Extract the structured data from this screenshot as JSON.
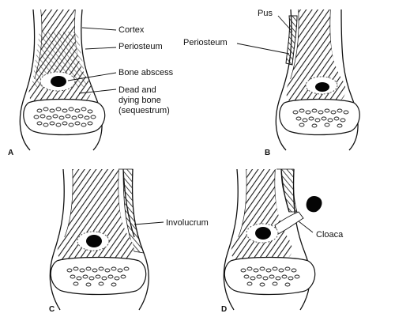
{
  "figure": {
    "panels": [
      {
        "letter": "A",
        "labels": {
          "cortex": "Cortex",
          "periosteum": "Periosteum",
          "abscess": "Bone abscess",
          "sequestrum_1": "Dead and",
          "sequestrum_2": "dying bone",
          "sequestrum_3": "(sequestrum)"
        }
      },
      {
        "letter": "B",
        "labels": {
          "pus": "Pus",
          "periosteum": "Periosteum"
        }
      },
      {
        "letter": "C",
        "labels": {
          "involucrum": "Involucrum"
        }
      },
      {
        "letter": "D",
        "labels": {
          "cloaca": "Cloaca"
        }
      }
    ]
  },
  "colors": {
    "ink": "#111111",
    "paper": "#ffffff",
    "hatch": "#3a3a3a"
  }
}
